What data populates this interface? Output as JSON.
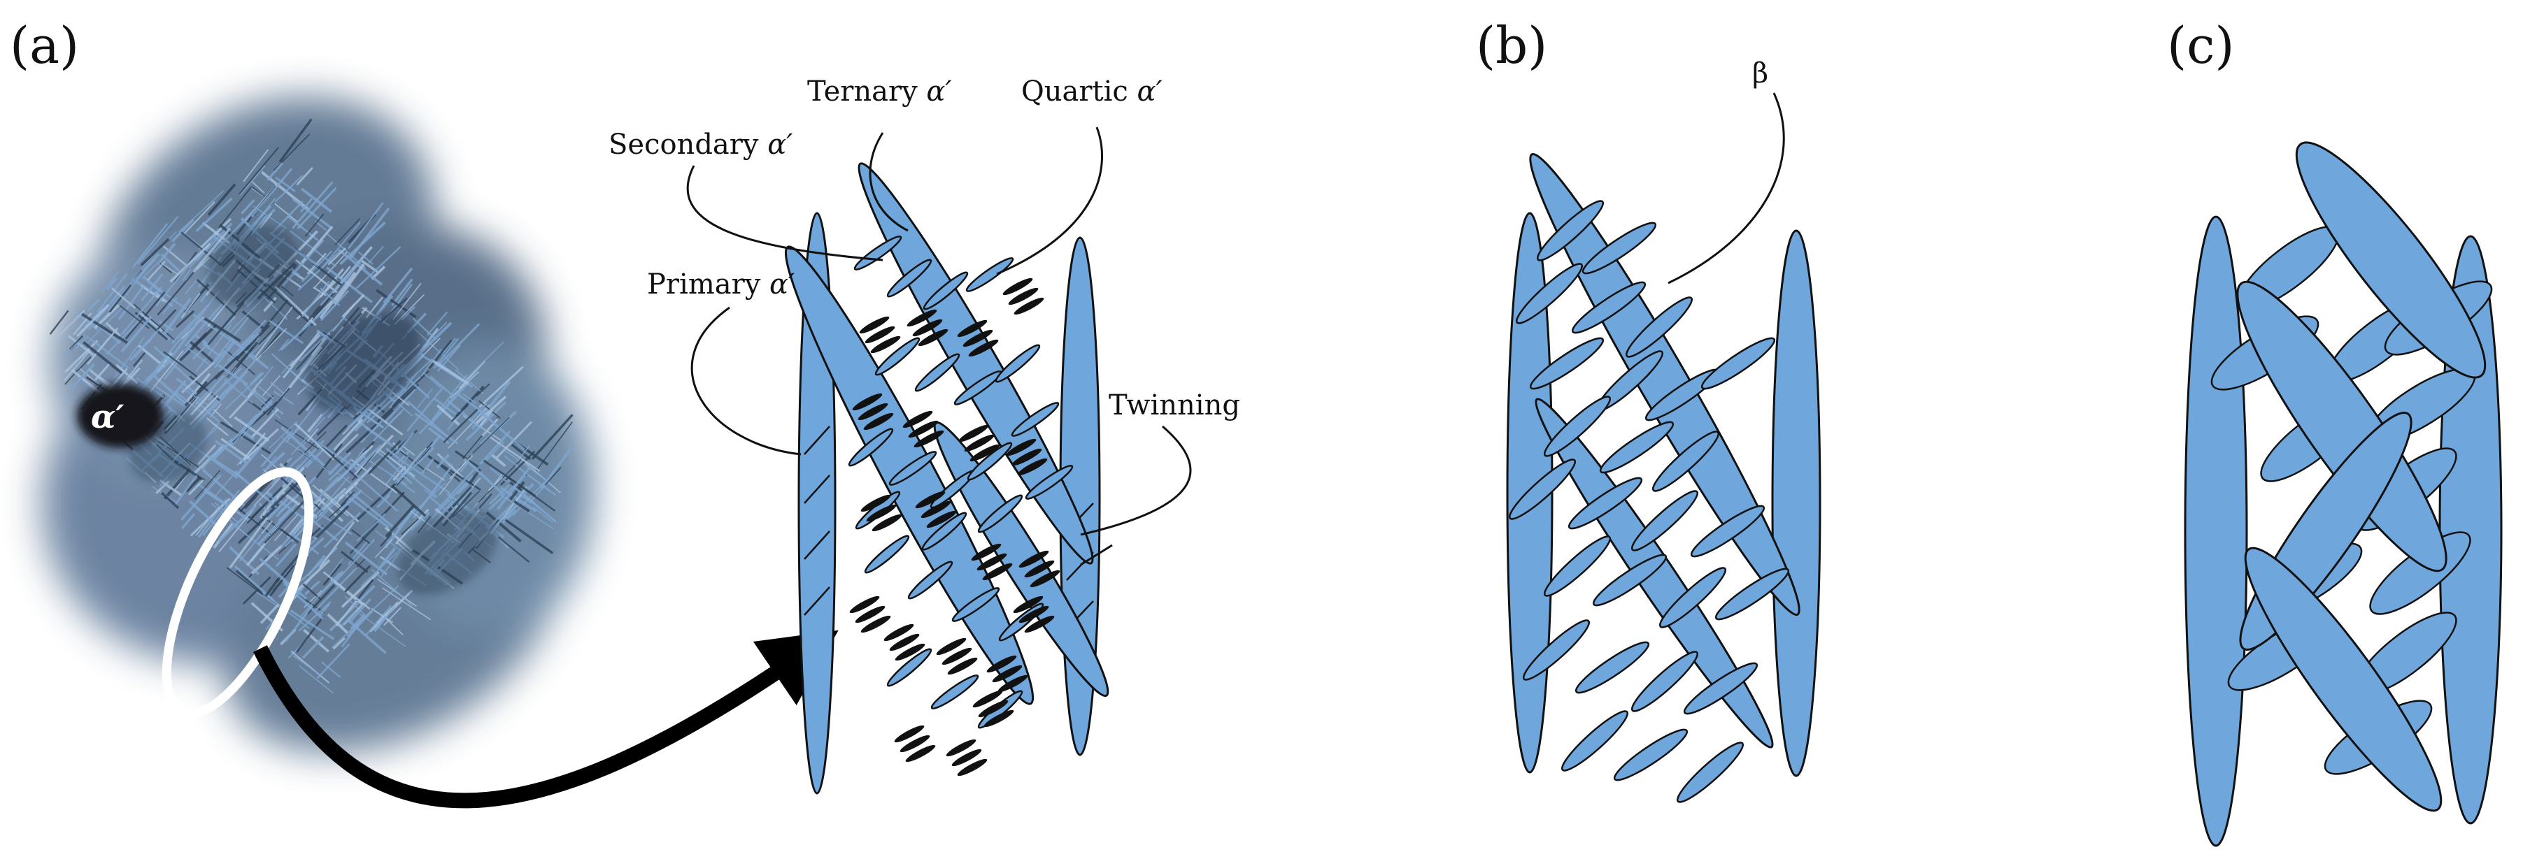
{
  "panels": {
    "a": "(a)",
    "b": "(b)",
    "c": "(c)"
  },
  "micrograph": {
    "phase_tag": "α′"
  },
  "callouts": {
    "ternary": {
      "text": "Ternary ",
      "symbol": "α′"
    },
    "quartic": {
      "text": "Quartic ",
      "symbol": "α′"
    },
    "secondary": {
      "text": "Secondary ",
      "symbol": "α′"
    },
    "primary": {
      "text": "Primary ",
      "symbol": "α′"
    },
    "twinning": {
      "text": "Twinning"
    },
    "beta": {
      "text": "β"
    }
  },
  "colors": {
    "lath_fill": "#6fa6dc",
    "outline": "#111111",
    "micrograph_dark": "#2b3d52",
    "micrograph_light": "#7fa6cf",
    "highlight_ring": "#ffffff"
  }
}
